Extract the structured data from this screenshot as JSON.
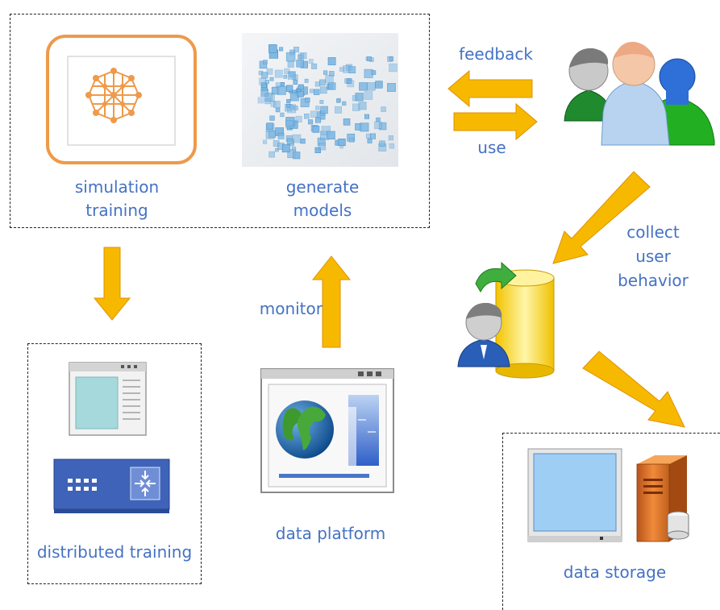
{
  "labels": {
    "simulation_training_line1": "simulation",
    "simulation_training_line2": "training",
    "generate_models_line1": "generate",
    "generate_models_line2": "models",
    "feedback": "feedback",
    "use": "use",
    "collect_user_behavior_line1": "collect",
    "collect_user_behavior_line2": "user",
    "collect_user_behavior_line3": "behavior",
    "monitor": "monitor",
    "data_platform": "data platform",
    "distributed_training": "distributed training",
    "data_storage": "data storage"
  },
  "colors": {
    "label_text": "#4472C4",
    "arrow_fill": "#F6B900",
    "arrow_stroke": "#E09000",
    "neural_orange": "#EE9A4A",
    "server_orange": "#E0701E"
  },
  "icons": {
    "neural_network": "neural-network-icon",
    "models_cubes": "3d-models-icon",
    "users_group": "users-group-icon",
    "database_user": "database-user-icon",
    "browser_window": "browser-window-icon",
    "network_switch": "network-switch-icon",
    "globe_dashboard": "globe-dashboard-icon",
    "computer": "computer-monitor-icon",
    "server": "server-tower-icon"
  }
}
